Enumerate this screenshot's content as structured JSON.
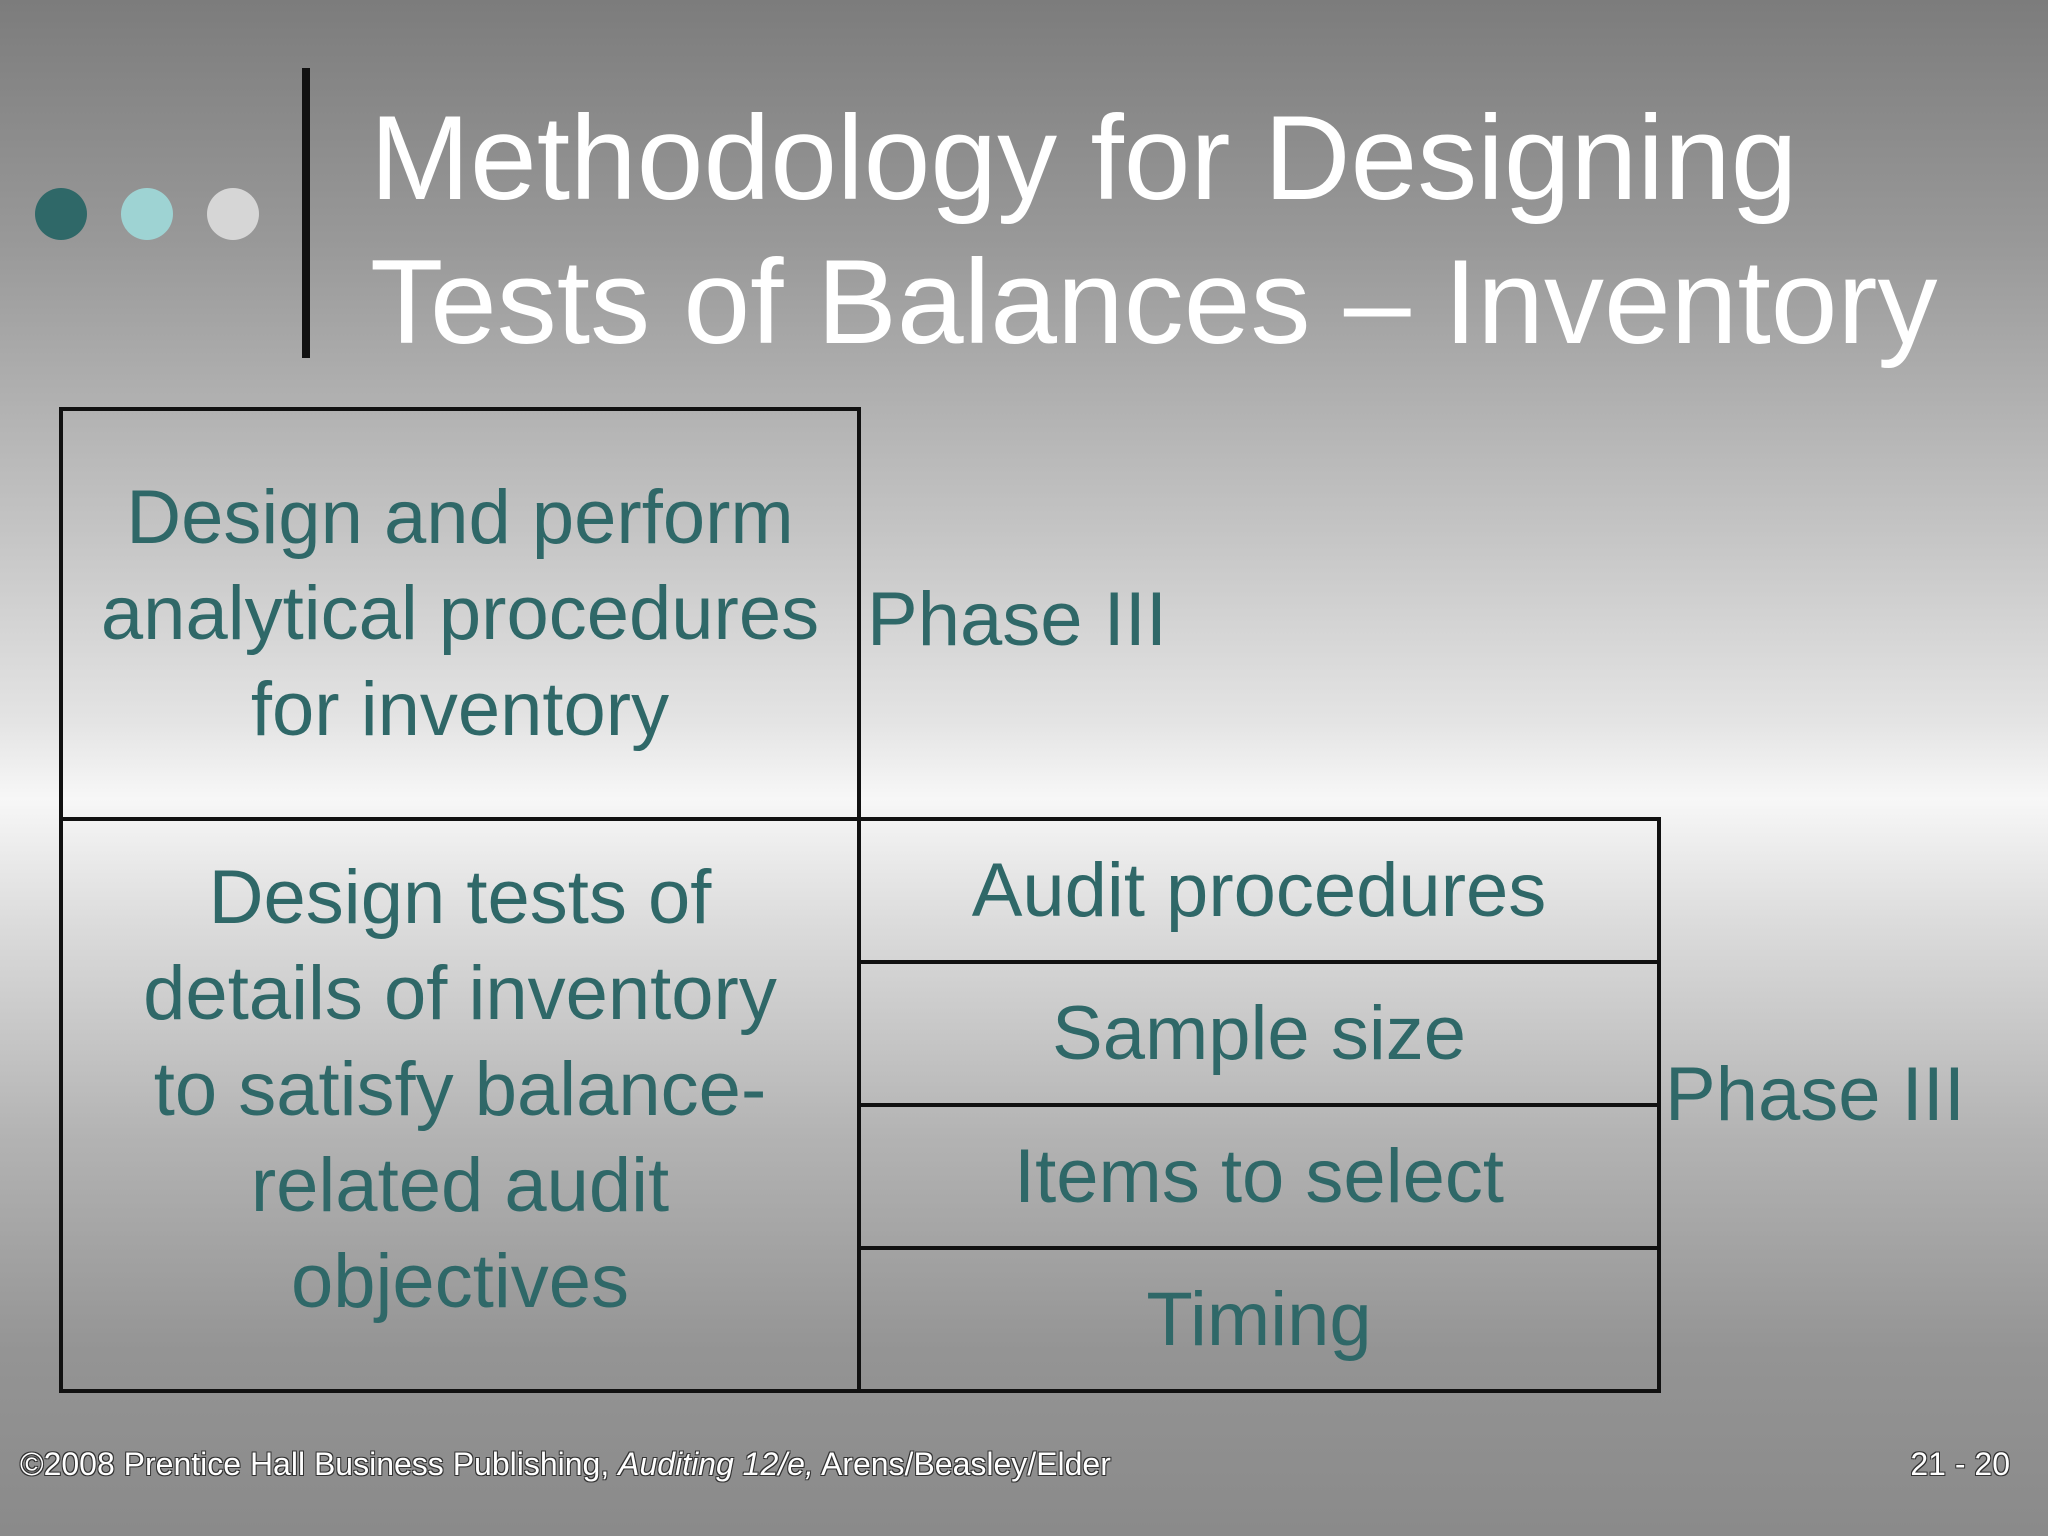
{
  "slide": {
    "title_lines": [
      "Methodology for Designing",
      "Tests of Balances – Inventory"
    ],
    "colors": {
      "accent": "#2f6868",
      "dot_1": "#2f6868",
      "dot_2": "#9ed3d3",
      "dot_3": "#d6d6d6",
      "title": "#ffffff"
    }
  },
  "diagram": {
    "analytical_box_lines": [
      "Design and perform",
      "analytical procedures",
      "for inventory"
    ],
    "details_box_lines": [
      "Design tests of",
      "details of inventory",
      "to satisfy balance-",
      "related audit",
      "objectives"
    ],
    "detail_items": [
      "Audit procedures",
      "Sample size",
      "Items to select",
      "Timing"
    ],
    "phase_label_analytical": "Phase III",
    "phase_label_details": "Phase III"
  },
  "footer": {
    "copyright_prefix": "©2008 Prentice Hall Business Publishing, ",
    "book_title": "Auditing 12/e,",
    "authors": " Arens/Beasley/Elder",
    "page_number": "21 - 20"
  }
}
